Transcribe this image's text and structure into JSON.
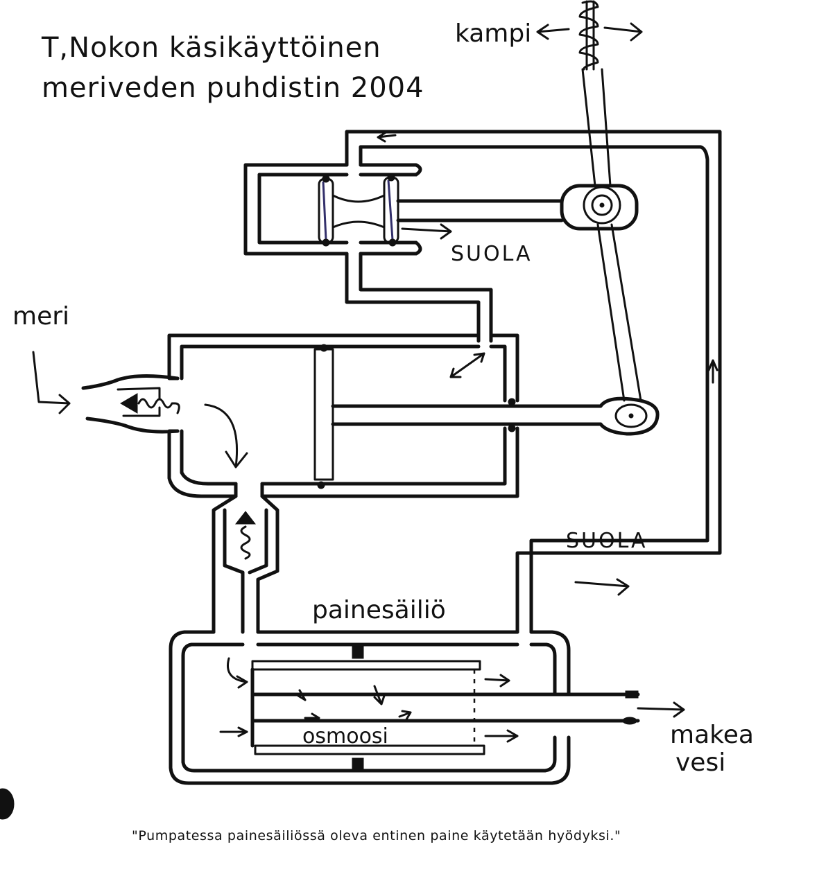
{
  "title": {
    "line1": "T,Nokon käsikäyttöinen",
    "line2": "meriveden puhdistin 2004"
  },
  "labels": {
    "crank": "kampi",
    "salt_top": "SUOLA",
    "sea": "meri",
    "salt_right": "SUOLA",
    "pressure_tank": "painesäiliö",
    "osmosis": "osmoosi",
    "fresh_water_line1": "makea",
    "fresh_water_line2": "vesi"
  },
  "caption": "\"Pumpatessa painesäiliössä oleva entinen paine käytetään hyödyksi.\"",
  "colors": {
    "ink": "#111111",
    "paper": "#ffffff"
  }
}
